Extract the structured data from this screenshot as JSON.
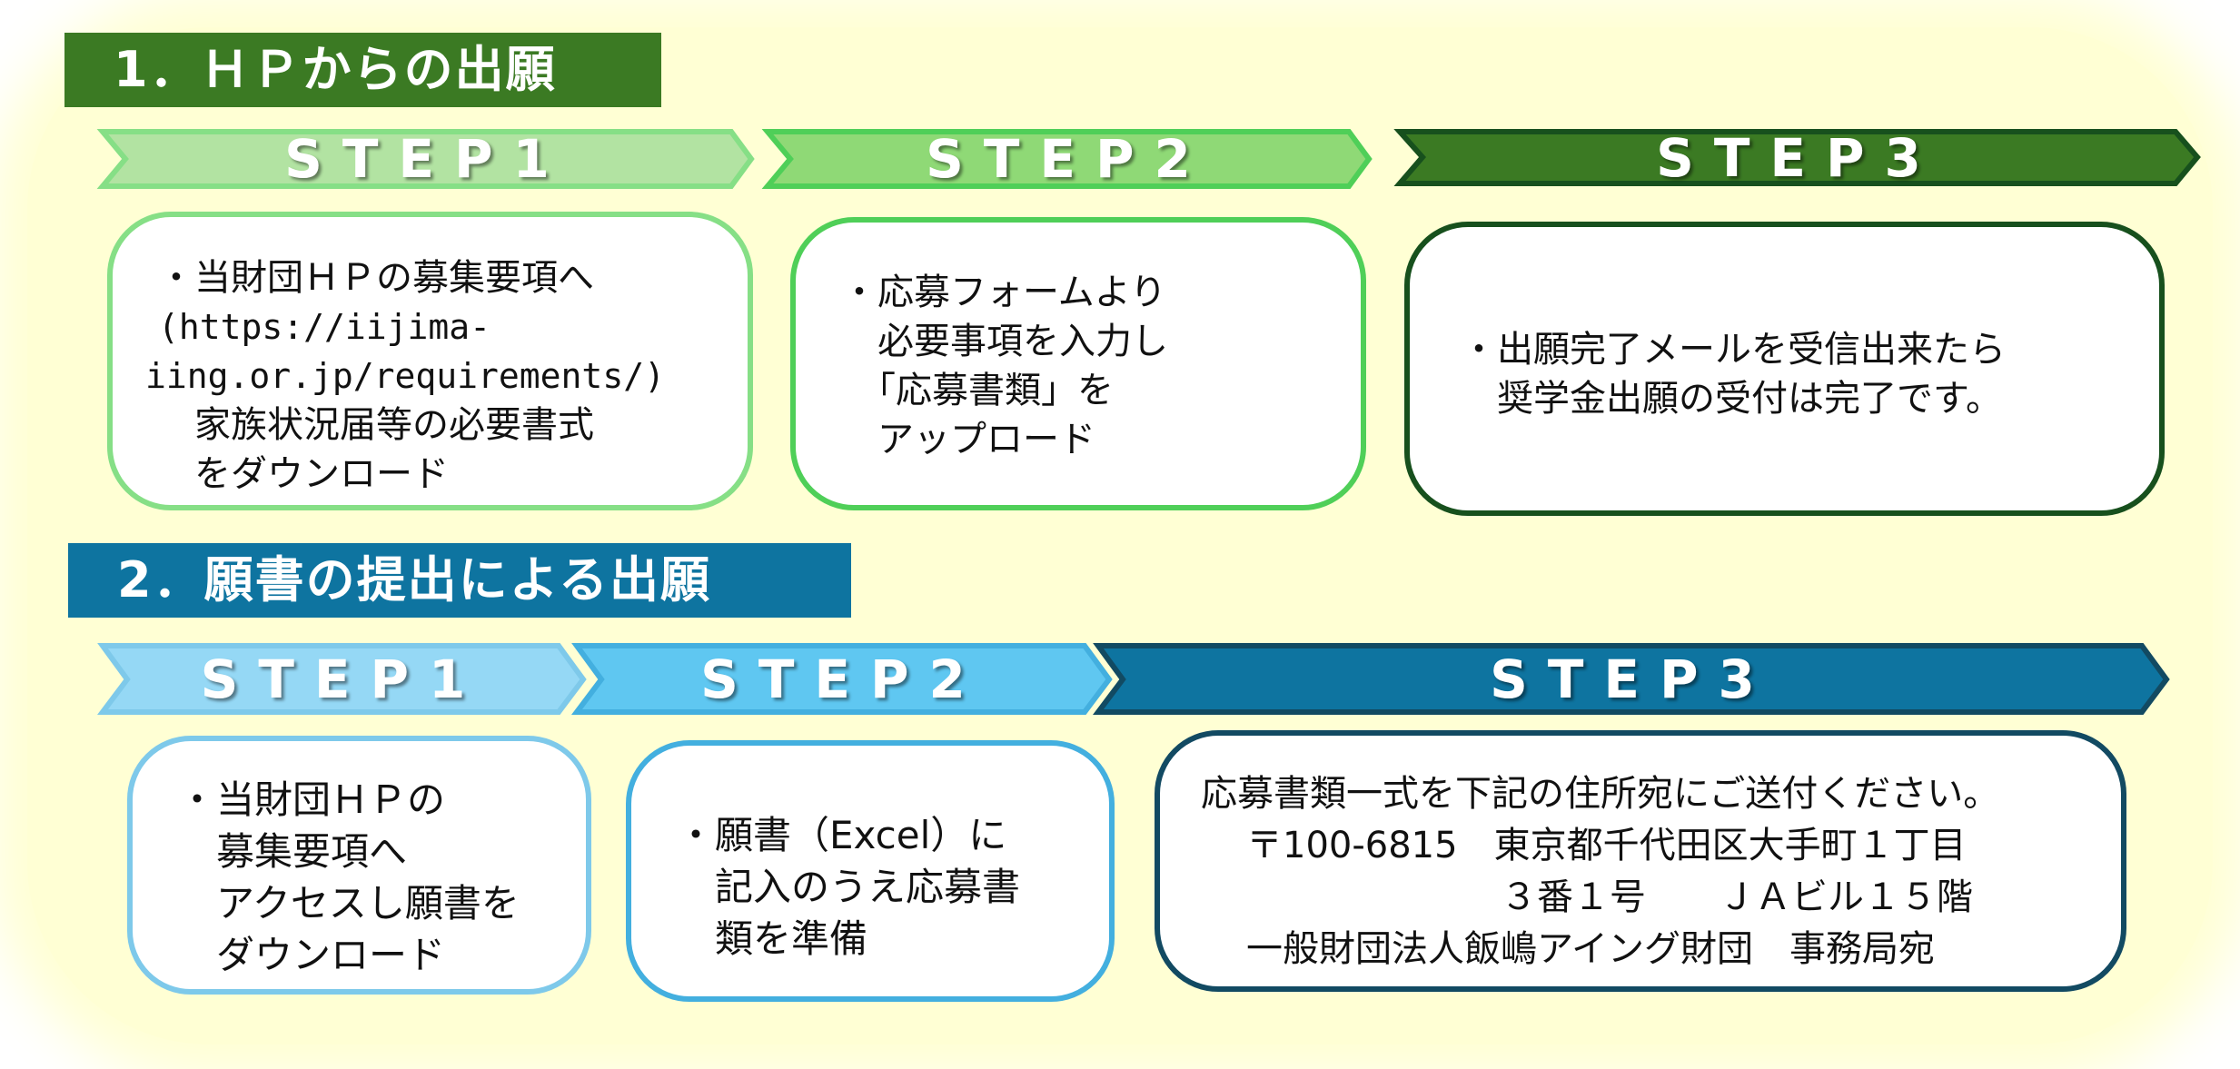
{
  "colors": {
    "background_glow": "#ffffd4",
    "s1_header": "#3b7a23",
    "s1_step1_fill": "#b2e3a2",
    "s1_step1_border": "#86df86",
    "s1_step2_fill": "#8fd976",
    "s1_step2_border": "#4fcf58",
    "s1_step3_fill": "#3b7a23",
    "s1_step3_border": "#17501d",
    "s2_header": "#0e74a0",
    "s2_step1_fill": "#95d8f5",
    "s2_step1_border": "#7ec9ea",
    "s2_step2_fill": "#5fc7f1",
    "s2_step2_border": "#43afdf",
    "s2_step3_fill": "#0e74a0",
    "s2_step3_border": "#124a62"
  },
  "section1": {
    "title": "1．ＨＰからの出願",
    "steps": [
      {
        "label": "STEP1",
        "lines": [
          "・当財団ＨＰの募集要項へ",
          "(https://iijima-",
          "iing.or.jp/requirements/)",
          "　家族状況届等の必要書式",
          "　をダウンロード"
        ]
      },
      {
        "label": "STEP2",
        "lines": [
          "・応募フォームより",
          "　必要事項を入力し",
          "　「応募書類」を",
          "　アップロード"
        ]
      },
      {
        "label": "STEP3",
        "lines": [
          "・出願完了メールを受信出来たら",
          "　奨学金出願の受付は完了です。"
        ]
      }
    ]
  },
  "section2": {
    "title": "2．願書の提出による出願",
    "steps": [
      {
        "label": "STEP1",
        "lines": [
          "・当財団ＨＰの",
          "　募集要項へ",
          "　アクセスし願書を",
          "　ダウンロード"
        ]
      },
      {
        "label": "STEP2",
        "lines": [
          "・願書（Excel）に",
          "　記入のうえ応募書",
          "　類を準備"
        ]
      },
      {
        "label": "STEP3",
        "lines": [
          "応募書類一式を下記の住所宛にご送付ください。",
          "〒100-6815　東京都千代田区大手町１丁目",
          "　　　　　　　３番１号　　ＪＡビル１５階",
          "一般財団法人飯嶋アイング財団　事務局宛"
        ]
      }
    ]
  }
}
